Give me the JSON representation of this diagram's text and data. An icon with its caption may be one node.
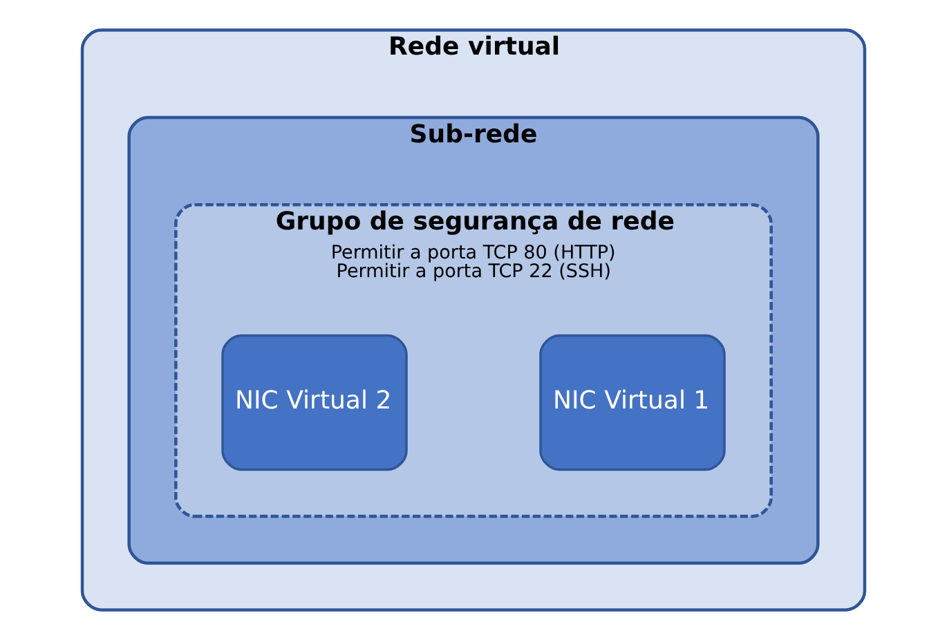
{
  "diagram": {
    "nodes": [
      {
        "text": [
          "Rede virtual"
        ]
      },
      {
        "text": [
          "Sub-rede"
        ],
        "in": 0
      },
      {
        "text": [
          "Grupo de segurança de rede",
          "Permitir a porta TCP 80 (HTTP)",
          "Permitir a porta TCP 22 (SSH)"
        ],
        "in": 1
      },
      {
        "text": [
          "NIC Virtual 1"
        ],
        "in": 2
      },
      {
        "text": [
          "NIC Virtual 2"
        ],
        "in": 2
      }
    ]
  }
}
